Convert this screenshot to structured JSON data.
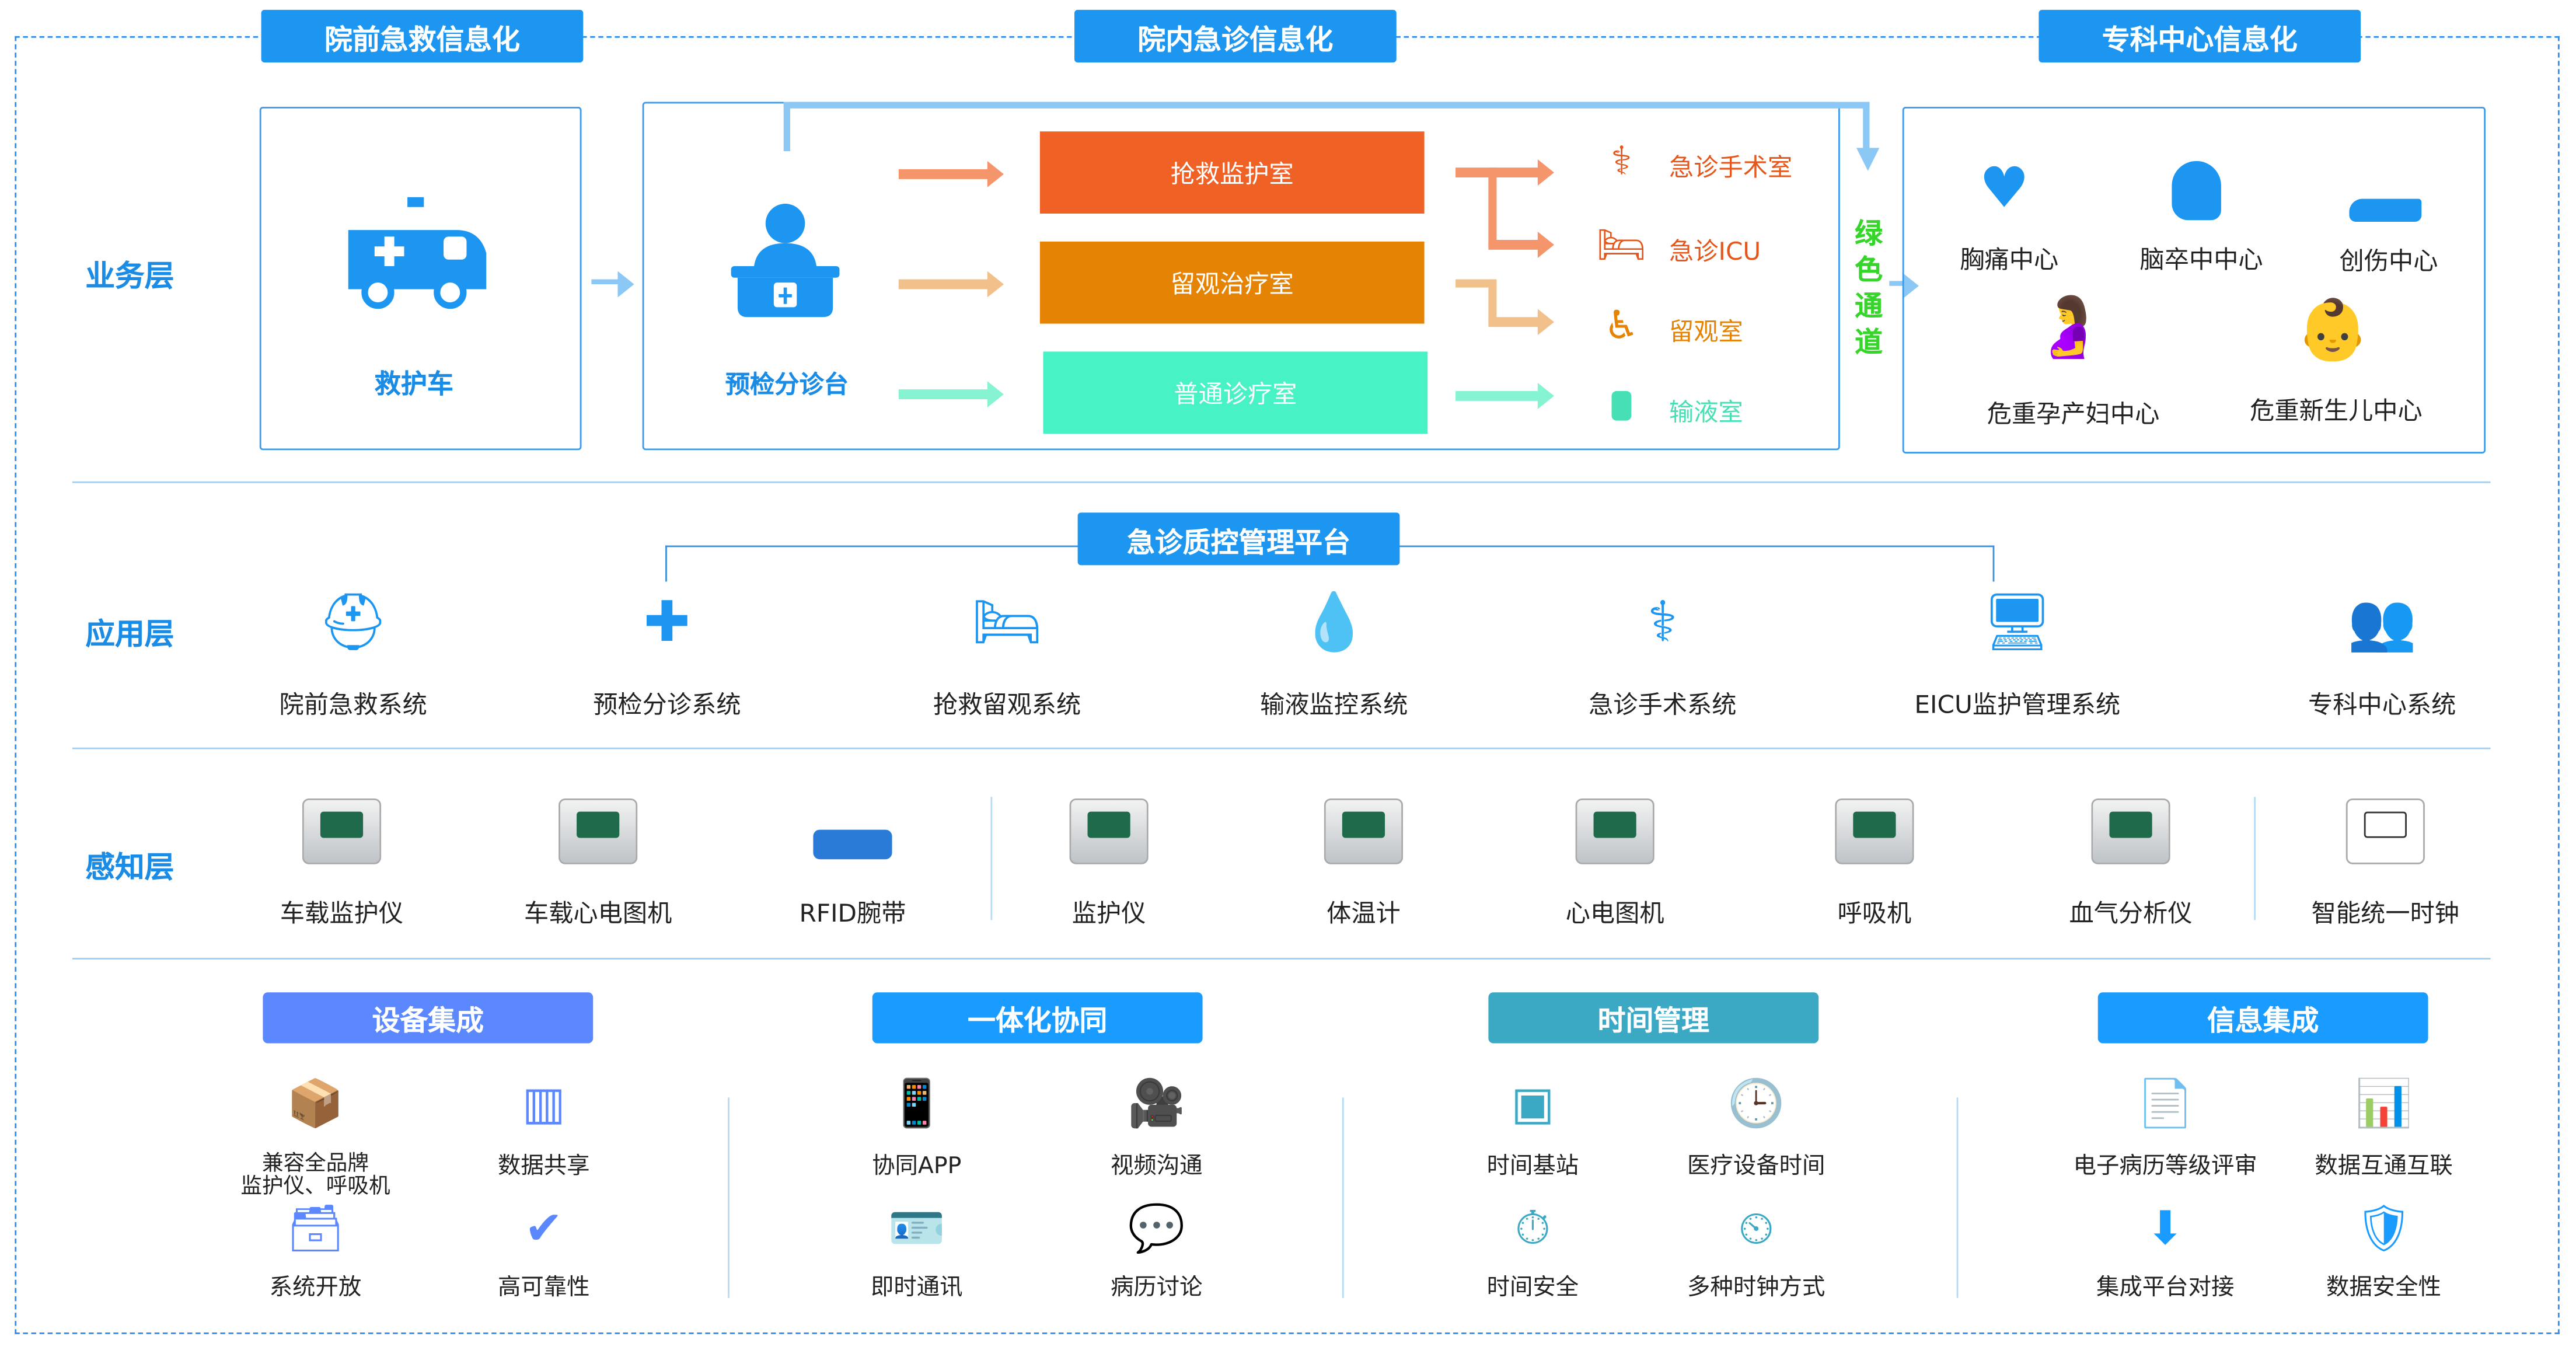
{
  "headers": [
    "院前急救信息化",
    "院内急诊信息化",
    "专科中心信息化"
  ],
  "layers": [
    "业务层",
    "应用层",
    "感知层"
  ],
  "business": {
    "ambulance": "救护车",
    "triage": "预检分诊台",
    "rooms": [
      {
        "label": "抢救监护室",
        "color": "#ef6124"
      },
      {
        "label": "留观治疗室",
        "color": "#e58404"
      },
      {
        "label": "普通诊疗室",
        "color": "#47f2c5"
      }
    ],
    "destinations": [
      {
        "label": "急诊手术室",
        "color": "#e5561b"
      },
      {
        "label": "急诊ICU",
        "color": "#e5561b"
      },
      {
        "label": "留观室",
        "color": "#e58404"
      },
      {
        "label": "输液室",
        "color": "#47e0b5"
      }
    ],
    "green_channel": "绿色通道",
    "green_color": "#35d52a",
    "centers": [
      "胸痛中心",
      "脑卒中中心",
      "创伤中心",
      "危重孕产妇中心",
      "危重新生儿中心"
    ]
  },
  "platform": "急诊质控管理平台",
  "apps": [
    "院前急救系统",
    "预检分诊系统",
    "抢救留观系统",
    "输液监控系统",
    "急诊手术系统",
    "EICU监护管理系统",
    "专科中心系统"
  ],
  "devices": [
    "车载监护仪",
    "车载心电图机",
    "RFID腕带",
    "监护仪",
    "体温计",
    "心电图机",
    "呼吸机",
    "血气分析仪",
    "智能统一时钟"
  ],
  "groups": [
    {
      "title": "设备集成",
      "color": "#5b87ff",
      "items": [
        "兼容全品牌\n监护仪、呼吸机",
        "数据共享",
        "系统开放",
        "高可靠性"
      ]
    },
    {
      "title": "一体化协同",
      "color": "#1a9bff",
      "items": [
        "协同APP",
        "视频沟通",
        "即时通讯",
        "病历讨论"
      ]
    },
    {
      "title": "时间管理",
      "color": "#3ba8c4",
      "items": [
        "时间基站",
        "医疗设备时间",
        "时间安全",
        "多种时钟方式"
      ]
    },
    {
      "title": "信息集成",
      "color": "#1a9bff",
      "items": [
        "电子病历等级评审",
        "数据互通互联",
        "集成平台对接",
        "数据安全性"
      ]
    }
  ]
}
